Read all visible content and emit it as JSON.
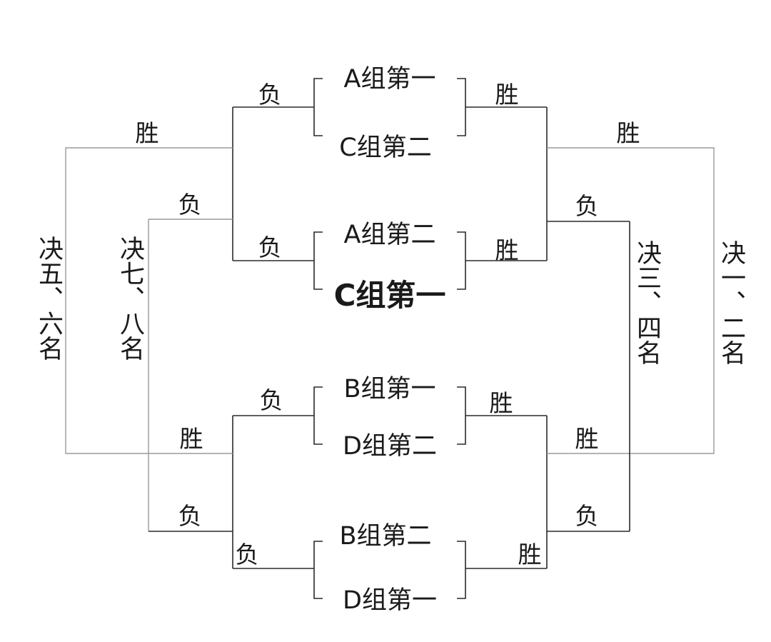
{
  "teams": {
    "a1": "A组第一",
    "c2": "C组第二",
    "a2": "A组第二",
    "c1": "C组第一",
    "b1": "B组第一",
    "d2": "D组第二",
    "b2": "B组第二",
    "d1": "D组第一"
  },
  "labels": {
    "win": "胜",
    "lose": "负"
  },
  "placements": {
    "p12": "决一、二名",
    "p34": "决三、四名",
    "p56": "决五、六名",
    "p78": "决七、八名"
  }
}
